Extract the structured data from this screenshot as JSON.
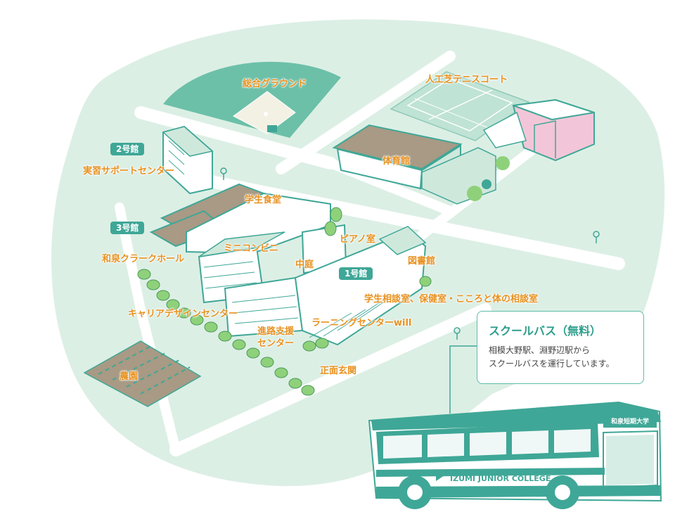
{
  "map": {
    "facilities": {
      "ground": "総合グラウンド",
      "tennis": "人工芝テニスコート",
      "gym": "体育館",
      "support_center": "実習サポートセンター",
      "cafeteria": "学生食堂",
      "minimart": "ミニコンビニ",
      "piano": "ピアノ室",
      "courtyard": "中庭",
      "library": "図書館",
      "clark_hall": "和泉クラークホール",
      "counseling": "学生相談室、保健室・こころと体の相談室",
      "career": "キャリアデザインセンター",
      "learning": "ラーニングセンターwill",
      "shinro_1": "進路支援",
      "shinro_2": "センター",
      "farm": "農園",
      "entrance": "正面玄関"
    },
    "buildings": {
      "building2": "2号館",
      "building3": "3号館",
      "building1": "1号館"
    }
  },
  "bus_info": {
    "title": "スクールバス（無料）",
    "line1": "相模大野駅、淵野辺駅から",
    "line2": "スクールバスを運行しています。"
  },
  "bus": {
    "college_name": "IZUMI JUNIOR COLLEGE",
    "sign": "和泉短期大学"
  },
  "colors": {
    "label": "#e8911f",
    "badge": "#3fa797",
    "teal": "#2e9f8d",
    "land": "#dcefe5",
    "road": "#ffffff"
  }
}
